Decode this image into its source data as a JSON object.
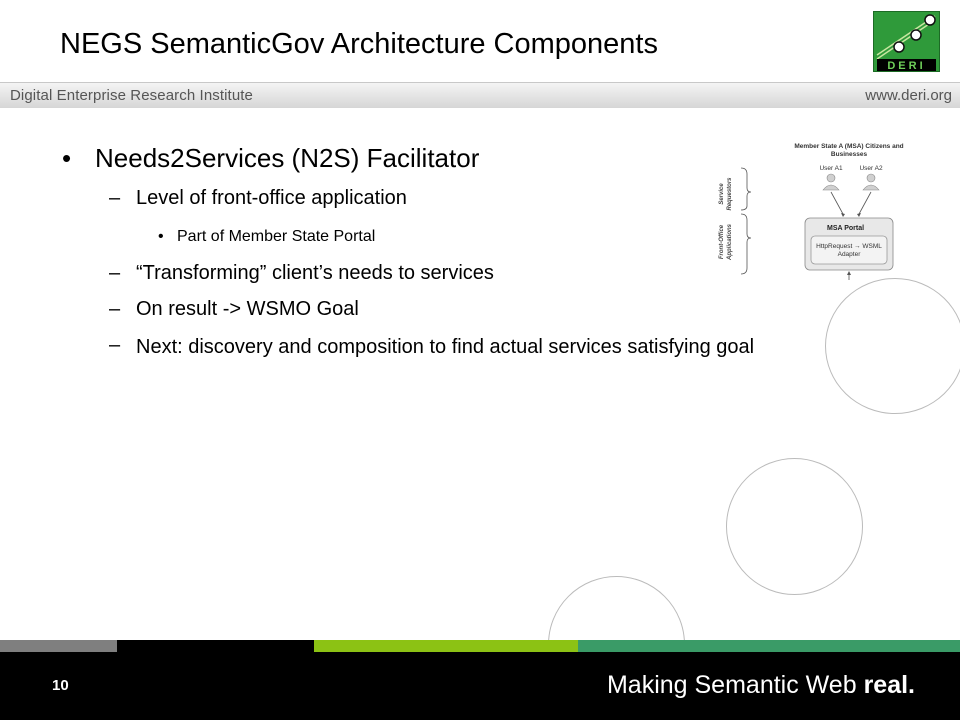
{
  "slide": {
    "title": "NEGS SemanticGov Architecture Components",
    "header_left": "Digital Enterprise Research Institute",
    "header_right": "www.deri.org",
    "logo_text": "DERI",
    "page_number": "10",
    "tagline_regular": "Making Semantic Web ",
    "tagline_bold": "real."
  },
  "bullets": {
    "main_mark": "•",
    "main": "Needs2Services  (N2S) Facilitator",
    "dash": "–",
    "sub_mark": "•",
    "level": "Level of front-office application",
    "part": "Part of Member State Portal",
    "transforming": "“Transforming” client’s needs to services",
    "result": "On result -> WSMO Goal",
    "next": "Next: discovery and composition to find actual services satisfying goal"
  },
  "diagram": {
    "heading_line1": "Member State A (MSA) Citizens and",
    "heading_line2": "Businesses",
    "user_a1": "User A1",
    "user_a2": "User A2",
    "side_label_1_line1": "Service",
    "side_label_1_line2": "Requestors",
    "side_label_2_line1": "Front-Office",
    "side_label_2_line2": "Applications",
    "portal_title": "MSA Portal",
    "adapter_line1": "HttpRequest → WSML",
    "adapter_line2": "Adapter"
  },
  "colors": {
    "strip_grey": "#7f7f7f",
    "strip_black": "#000000",
    "strip_lime": "#8cc214",
    "strip_green": "#3a9b67",
    "logo_green": "#2f9a3a"
  }
}
